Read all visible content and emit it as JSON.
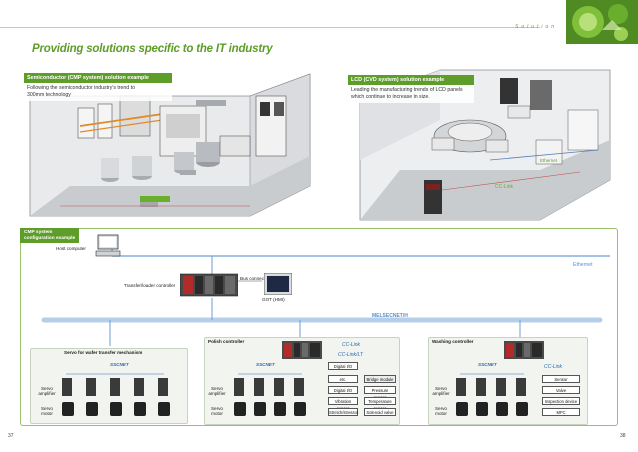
{
  "header": {
    "solution_label": "Solution",
    "title": "Providing solutions specific to the IT industry"
  },
  "semiconductor_example": {
    "heading": "Semiconductor (CMP system) solution example",
    "line1": "Following the semiconductor industry's trend to",
    "line2": "300mm technology"
  },
  "lcd_example": {
    "heading": "LCD (CVD system) solution example",
    "line1": "Leading the manufacturing trends of LCD panels",
    "line2": "which continue to increase in size."
  },
  "cmp_config": {
    "heading_line1": "CMP system",
    "heading_line2": "configuration example",
    "host_computer": "Host computer",
    "ethernet": "Ethernet",
    "bus_connection": "Bus connection",
    "transfer_loader": "Transfer/loader controller",
    "got": "GOT (HMI)",
    "melsecnet": "MELSECNET/H"
  },
  "wafer_panel": {
    "title": "Servo for wafer transfer mechanism",
    "sscnet": "SSCNET",
    "servo_amplifier": "Servo amplifier",
    "servo_motor": "Servo motor"
  },
  "polish_panel": {
    "title": "Polish controller",
    "cclink": "CC-Link",
    "cclink_lt": "CC-Link/LT",
    "sscnet": "SSCNET",
    "servo_amplifier": "Servo amplifier",
    "servo_motor": "Servo motor",
    "tags": [
      "Digital I/O",
      "etc.",
      "Bridge module",
      "Digital I/O",
      "Pressure sensor",
      "Vibration sensor",
      "Temperature sensor",
      "Stretch/stressor",
      "Solenoid valve"
    ]
  },
  "washing_panel": {
    "title": "Washing controller",
    "cclink": "CC-Link",
    "sscnet": "SSCNET",
    "servo_amplifier": "Servo amplifier",
    "servo_motor": "Servo motor",
    "tags": [
      "Sensor",
      "Valve",
      "Inspection device",
      "MFC"
    ]
  },
  "page_numbers": {
    "left": "37",
    "right": "38"
  },
  "colors": {
    "accent": "#5e9d2a",
    "network_line": "#6e9ecf",
    "frame": "#9bc06a"
  }
}
